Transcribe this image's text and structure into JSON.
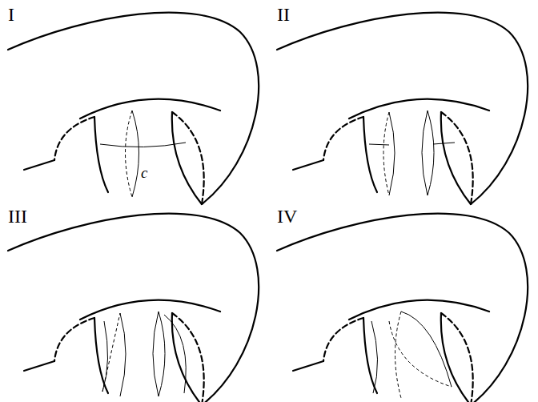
{
  "diagram": {
    "labels": [
      "I",
      "II",
      "III",
      "IV",
      "c"
    ]
  }
}
